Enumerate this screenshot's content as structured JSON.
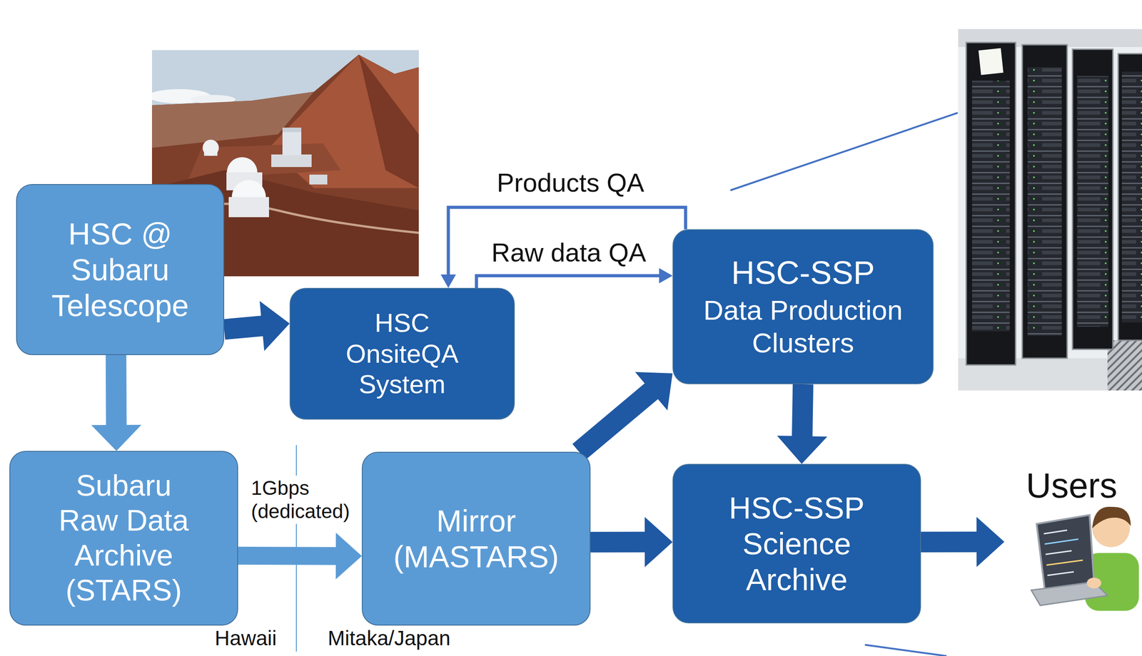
{
  "diagram": {
    "nodes": [
      {
        "text": [
          "HSC @ Subaru Telescope"
        ]
      },
      {
        "text": [
          "HSC OnsiteQA System"
        ]
      },
      {
        "text": [
          "HSC-SSP",
          "Data Production Clusters"
        ]
      },
      {
        "text": [
          "Subaru Raw Data Archive (STARS)"
        ]
      },
      {
        "text": [
          "Mirror (MASTARS)"
        ]
      },
      {
        "text": [
          "HSC-SSP Science Archive"
        ]
      },
      {
        "text": [
          "Users"
        ]
      }
    ],
    "edges": [
      {
        "from": 0,
        "to": 1,
        "arrow": "to"
      },
      {
        "from": 0,
        "to": 3,
        "arrow": "to"
      },
      {
        "from": 3,
        "to": 4,
        "arrow": "to",
        "label": "1Gbps (dedicated)"
      },
      {
        "from": 4,
        "to": 2,
        "arrow": "to"
      },
      {
        "from": 4,
        "to": 5,
        "arrow": "to"
      },
      {
        "from": 2,
        "to": 5,
        "arrow": "to"
      },
      {
        "from": 5,
        "to": 6,
        "arrow": "to"
      },
      {
        "from": 1,
        "to": 2,
        "arrow": "to",
        "label": "Raw data QA"
      },
      {
        "from": 2,
        "to": 1,
        "arrow": "to",
        "label": "Products QA"
      }
    ],
    "labels": [
      "Hawaii",
      "Mitaka/Japan"
    ]
  }
}
